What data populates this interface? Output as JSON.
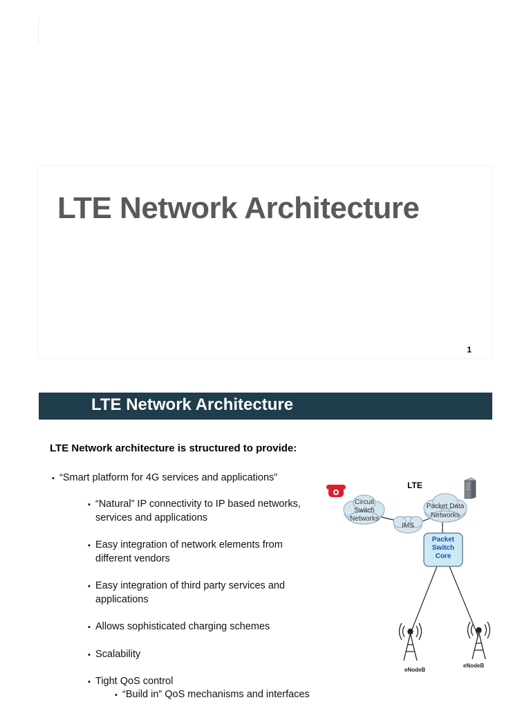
{
  "slide1": {
    "title": "LTE Network Architecture",
    "page_number": "1"
  },
  "slide2": {
    "header": "LTE Network Architecture",
    "intro": "LTE Network architecture is structured to provide:",
    "bullets": [
      "“Smart platform for 4G services and applications”",
      "“Natural” IP connectivity to IP based networks, services and applications",
      "Easy integration of network elements from different vendors",
      "Easy integration of third party services and applications",
      "Allows sophisticated charging schemes",
      "Scalability",
      "Tight QoS control",
      "“Build in” QoS mechanisms and interfaces"
    ],
    "bullet_marker": "▪",
    "diagram": {
      "title": "LTE",
      "circuit_switch": [
        "Circuit",
        "Switch",
        "Networks"
      ],
      "packet_data": [
        "Packet Data",
        "Networks"
      ],
      "ims": "IMS",
      "core": [
        "Packet",
        "Switch",
        "Core"
      ],
      "enodeb_left": "eNodeB",
      "enodeb_right": "eNodeB",
      "core_color": "#cce9f5",
      "core_text_color": "#1d4fb0",
      "phone_color": "#d8202a"
    }
  }
}
